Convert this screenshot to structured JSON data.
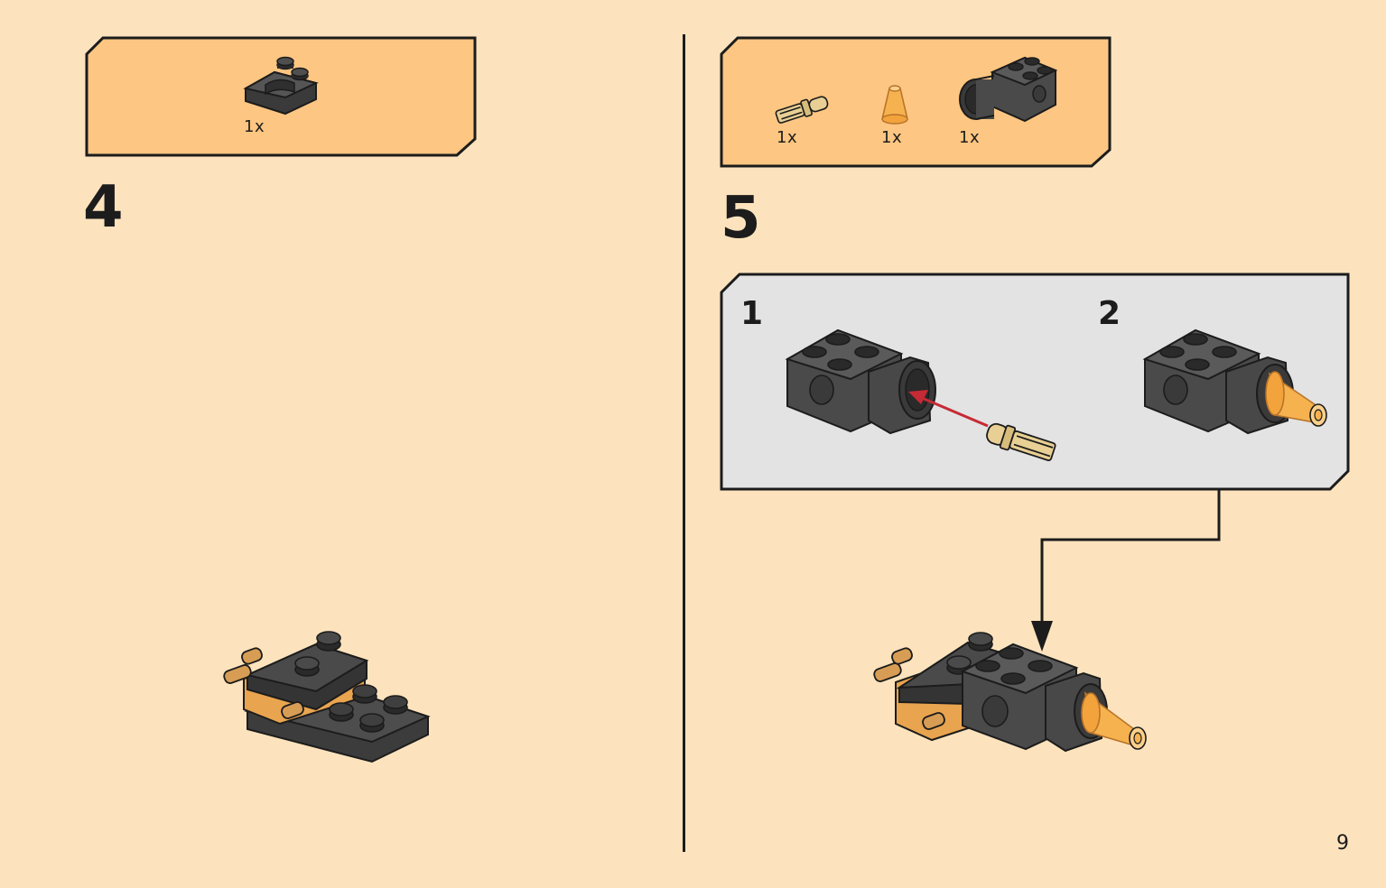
{
  "page": {
    "number": "9"
  },
  "colors": {
    "page_bg": "#fde3bd",
    "parts_box_bg": "#fdc682",
    "sub_box_bg": "#e3e3e3",
    "outline": "#1c1c1c",
    "dark_brick": "#4a4a4a",
    "tan": "#e8cf93",
    "trans_orange": "#f6b24e",
    "arrow_red": "#c62a35"
  },
  "step4": {
    "number": "4",
    "parts": [
      {
        "icon": "dark-curved-slope-plate-icon",
        "quantity": "1x"
      }
    ],
    "model_icon": "step4-assembly-icon"
  },
  "step5": {
    "number": "5",
    "parts": [
      {
        "icon": "tan-axle-pin-icon",
        "quantity": "1x"
      },
      {
        "icon": "trans-orange-cone-icon",
        "quantity": "1x"
      },
      {
        "icon": "dark-technic-brick-icon",
        "quantity": "1x"
      }
    ],
    "substeps": [
      {
        "number": "1",
        "icon": "brick-with-pin-insert-icon"
      },
      {
        "number": "2",
        "icon": "brick-with-cone-attached-icon"
      }
    ],
    "model_icon": "step5-assembly-icon"
  }
}
